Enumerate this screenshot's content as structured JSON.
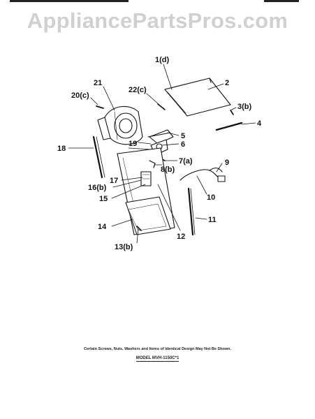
{
  "watermark": "AppliancePartsPros.com",
  "diagram": {
    "parts": {
      "p1d": "1(d)",
      "p2": "2",
      "p3b": "3(b)",
      "p4": "4",
      "p5": "5",
      "p6": "6",
      "p7a": "7(a)",
      "p8b": "8(b)",
      "p9": "9",
      "p10": "10",
      "p11": "11",
      "p12": "12",
      "p13b": "13(b)",
      "p14": "14",
      "p15": "15",
      "p16b": "16(b)",
      "p17": "17",
      "p18": "18",
      "p19": "19",
      "p20c": "20(c)",
      "p21": "21",
      "p22c": "22(c)"
    },
    "footnote": "Certain Screws, Nuts, Washers and Items of Identical Design May Not Be Shown.",
    "model": "MODEL MVH-1150C*1"
  }
}
